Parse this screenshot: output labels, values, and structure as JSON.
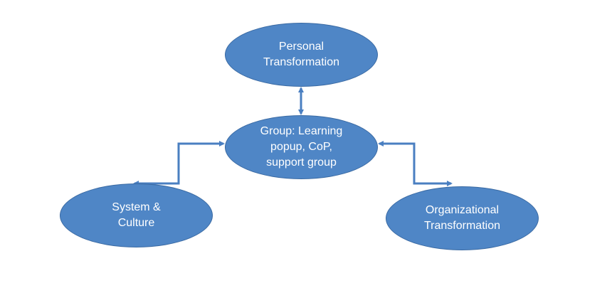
{
  "nodes": {
    "personal": {
      "line1": "Personal",
      "line2": "Transformation"
    },
    "group": {
      "line1": "Group: Learning",
      "line2": "popup, CoP,",
      "line3": "support group"
    },
    "system": {
      "line1": "System &",
      "line2": "Culture"
    },
    "organizational": {
      "line1": "Organizational",
      "line2": "Transformation"
    }
  },
  "colors": {
    "node_fill": "#4f86c6",
    "node_border": "#3a6aa3",
    "connector": "#4a7fc1",
    "text": "#ffffff"
  }
}
